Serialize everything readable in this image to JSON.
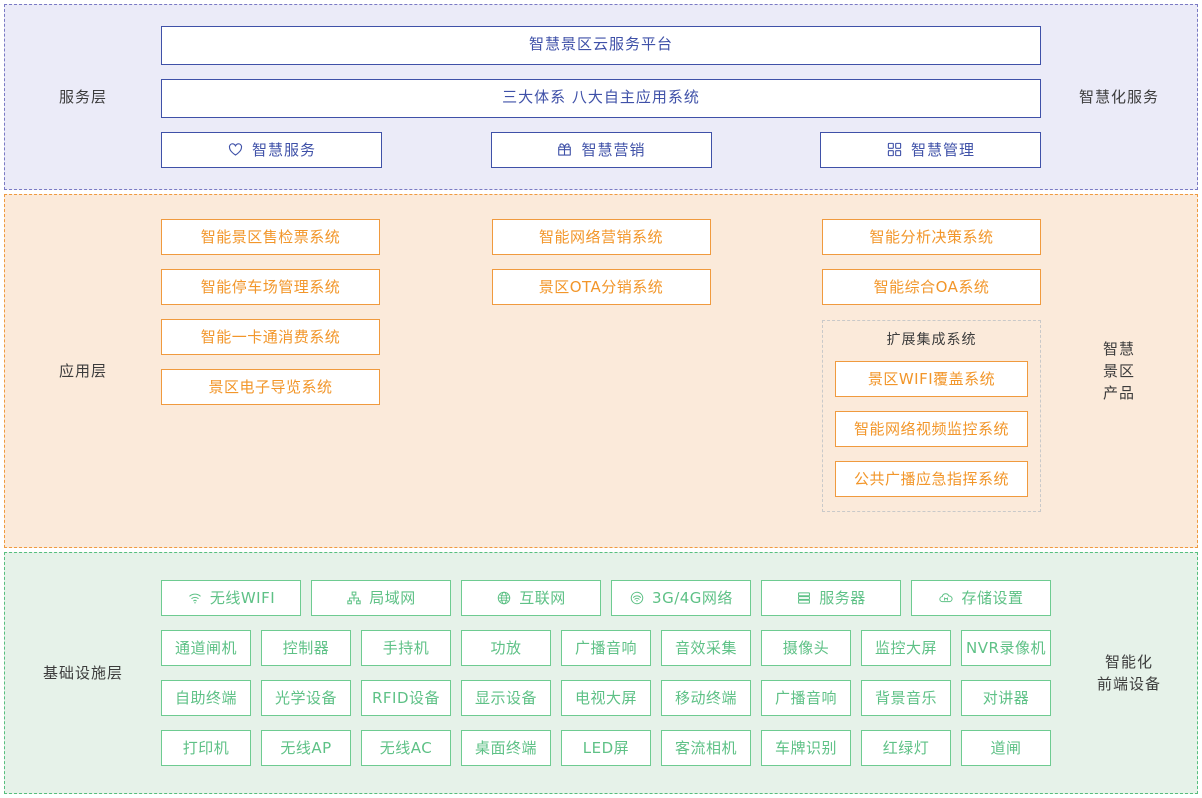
{
  "colors": {
    "service_bg": "#ebebf8",
    "service_border": "#7a7ac4",
    "service_accent": "#3f51a8",
    "app_bg": "#fbeada",
    "app_border": "#f09a3e",
    "app_accent": "#f2962a",
    "infra_bg": "#e6f2e9",
    "infra_border": "#56bf7e",
    "infra_accent": "#5ec186",
    "label_text": "#3c3c3c"
  },
  "service": {
    "left_label": "服务层",
    "right_label": "智慧化服务",
    "platform": "智慧景区云服务平台",
    "systems": "三大体系  八大自主应用系统",
    "buttons": [
      {
        "icon": "heart-icon",
        "label": "智慧服务"
      },
      {
        "icon": "gift-icon",
        "label": "智慧营销"
      },
      {
        "icon": "appstore-grid-icon",
        "label": "智慧管理"
      }
    ]
  },
  "application": {
    "left_label": "应用层",
    "right_label": "智慧\n景区\n产品",
    "columns": [
      {
        "items": [
          "智能景区售检票系统",
          "智能停车场管理系统",
          "智能一卡通消费系统",
          "景区电子导览系统"
        ]
      },
      {
        "items": [
          "智能网络营销系统",
          "景区OTA分销系统"
        ]
      },
      {
        "items": [
          "智能分析决策系统",
          "智能综合OA系统"
        ],
        "group": {
          "title": "扩展集成系统",
          "items": [
            "景区WIFI覆盖系统",
            "智能网络视频监控系统",
            "公共广播应急指挥系统"
          ]
        }
      }
    ]
  },
  "infrastructure": {
    "left_label": "基础设施层",
    "right_label": "智能化\n前端设备",
    "network_row": [
      {
        "icon": "wifi-icon",
        "label": "无线WIFI"
      },
      {
        "icon": "lan-icon",
        "label": "局域网"
      },
      {
        "icon": "globe-icon",
        "label": "互联网"
      },
      {
        "icon": "signal-icon",
        "label": "3G/4G网络"
      },
      {
        "icon": "server-icon",
        "label": "服务器"
      },
      {
        "icon": "cloud-storage-icon",
        "label": "存储设置"
      }
    ],
    "device_rows": [
      [
        "通道闸机",
        "控制器",
        "手持机",
        "功放",
        "广播音响",
        "音效采集",
        "摄像头",
        "监控大屏",
        "NVR录像机"
      ],
      [
        "自助终端",
        "光学设备",
        "RFID设备",
        "显示设备",
        "电视大屏",
        "移动终端",
        "广播音响",
        "背景音乐",
        "对讲器"
      ],
      [
        "打印机",
        "无线AP",
        "无线AC",
        "桌面终端",
        "LED屏",
        "客流相机",
        "车牌识别",
        "红绿灯",
        "道闸"
      ]
    ]
  }
}
